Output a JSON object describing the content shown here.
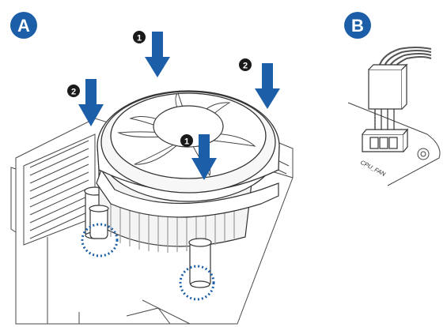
{
  "panels": {
    "a": {
      "label": "A",
      "color": "#1c5fa8"
    },
    "b": {
      "label": "B",
      "color": "#1c5fa8"
    }
  },
  "steps": {
    "push_center_top": "1",
    "push_center_fan": "1",
    "push_left": "2",
    "push_right": "2"
  },
  "connector": {
    "label": "CPU_FAN"
  },
  "colors": {
    "arrow": "#1c5fa8",
    "step_badge": "#1a1a1a",
    "highlight_ring": "#1c5fa8",
    "line": "#333333"
  }
}
